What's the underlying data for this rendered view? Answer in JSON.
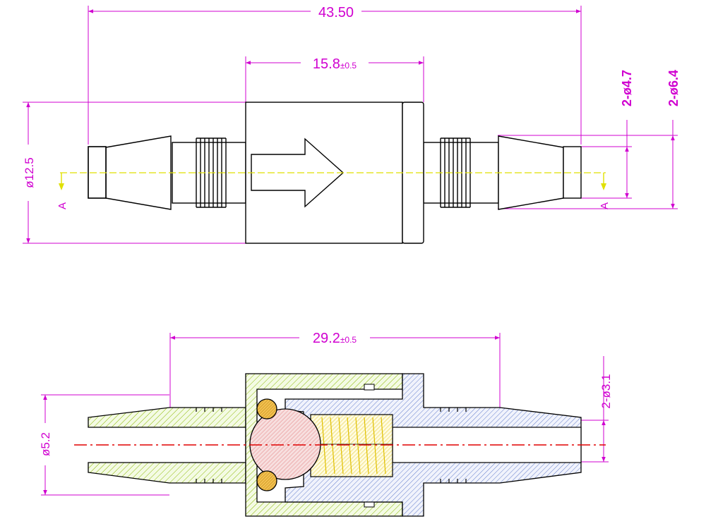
{
  "colors": {
    "dimension": "#d000d0",
    "outline": "#000000",
    "centerline_top": "#e0e000",
    "centerline_bottom": "#e00000",
    "hatch_green": "#8ab800",
    "hatch_blue": "#4060c0",
    "ball_red": "#e07070",
    "oring_orange": "#e0a000"
  },
  "dimensions": {
    "overall_length": "43.50",
    "body_length": "15.8",
    "body_length_tol": "±0.5",
    "body_diameter": "ø12.5",
    "barb_inner": "2-ø4.7",
    "barb_outer": "2-ø6.4",
    "section_length": "29.2",
    "section_length_tol": "±0.5",
    "bore_diameter": "ø5.2",
    "outlet_bore": "2-ø3.1"
  },
  "section_marks": {
    "left": "A",
    "right": "A"
  },
  "icons": [
    "flow-arrow-icon",
    "section-arrow-icon"
  ]
}
